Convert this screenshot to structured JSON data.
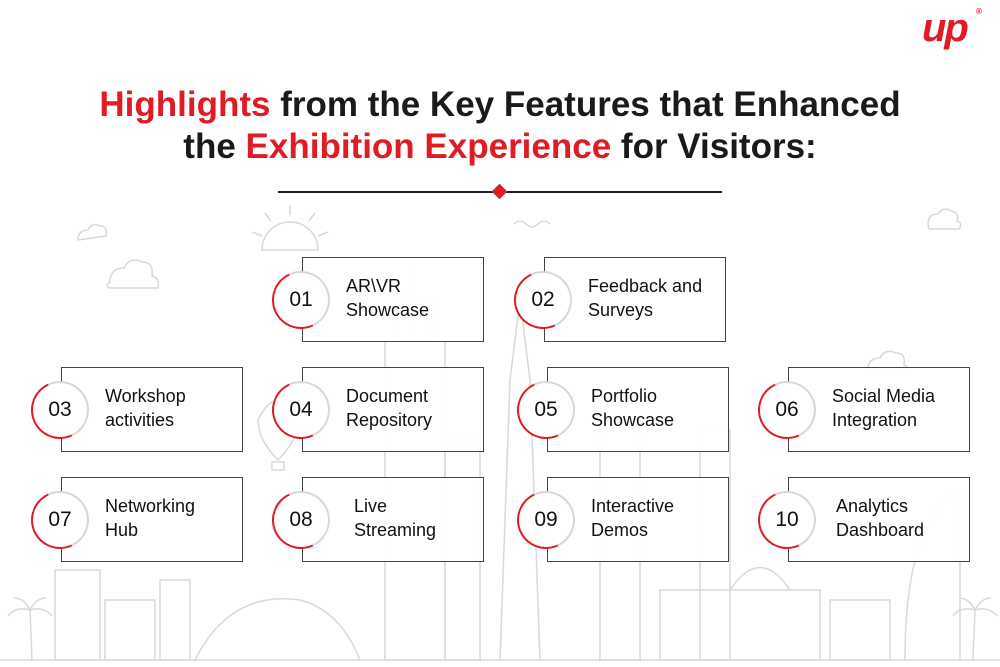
{
  "brand": {
    "logo_text": "up",
    "registered_mark": "®"
  },
  "title": {
    "line1_accent": "Highlights",
    "line1_rest": " from the Key Features that Enhanced",
    "line2_start": "the ",
    "line2_accent": "Exhibition Experience",
    "line2_end": " for Visitors:"
  },
  "colors": {
    "accent": "#e01b24",
    "text": "#1a1a1a",
    "outline": "#444444"
  },
  "features": [
    {
      "number": "01",
      "label": "AR\\VR\nShowcase"
    },
    {
      "number": "02",
      "label": "Feedback and\nSurveys"
    },
    {
      "number": "03",
      "label": "Workshop\nactivities"
    },
    {
      "number": "04",
      "label": "Document\nRepository"
    },
    {
      "number": "05",
      "label": "Portfolio\nShowcase"
    },
    {
      "number": "06",
      "label": "Social Media\nIntegration"
    },
    {
      "number": "07",
      "label": "Networking\nHub"
    },
    {
      "number": "08",
      "label": "Live\nStreaming"
    },
    {
      "number": "09",
      "label": "Interactive\nDemos"
    },
    {
      "number": "10",
      "label": "Analytics\nDashboard"
    }
  ]
}
